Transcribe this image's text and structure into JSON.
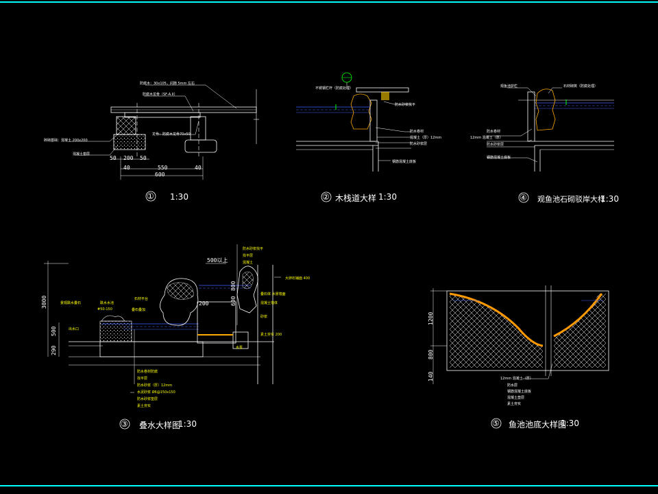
{
  "frame": {
    "border_color": "#00ffff",
    "background": "#000000"
  },
  "colors": {
    "line": "#ffffff",
    "annotation": "#ffff00",
    "water": "#4060ff",
    "soil": "#ff9900",
    "hatch": "#ffffff"
  },
  "details": [
    {
      "number": "①",
      "title": "",
      "scale": "1:30"
    },
    {
      "number": "②",
      "title": "木栈道大样",
      "scale": "1:30"
    },
    {
      "number": "④",
      "title": "观鱼池石砌驳岸大样",
      "scale": "1:30"
    },
    {
      "number": "③",
      "title": "叠水大样图",
      "scale": "1:30"
    },
    {
      "number": "⑤",
      "title": "鱼池池底大样图",
      "scale": "1:30"
    }
  ],
  "detail1": {
    "notes": [
      "防腐木：30x105，间隙 5mm 左右",
      "防腐木龙骨（SF-A.II）",
      "龙骨：防腐木龙骨70x50",
      "砖砌基础：混凝土 200x200",
      "混凝土垫层"
    ],
    "dims": [
      "50",
      "200",
      "50",
      "40",
      "550",
      "40",
      "600"
    ]
  },
  "detail2": {
    "notes": [
      "不锈钢栏杆（防腐处理）",
      "防水砂浆找平",
      "防水卷材",
      "混凝土（厚）12mm",
      "防水砂浆层",
      "钢筋混凝土底板"
    ]
  },
  "detail4": {
    "notes": [
      "观鱼池护栏",
      "石材砌筑（防腐处理）",
      "防水卷材",
      "12mm 混凝土（厚）",
      "防水砂浆层",
      "钢筋混凝土底板"
    ]
  },
  "detail3": {
    "notes_left": [
      "景观跌水叠石",
      "#50-150",
      "跌水水池",
      "出水口",
      "叠石叠加",
      "石材平台"
    ],
    "notes_right": [
      "防水砂浆找平",
      "找平层",
      "混凝土",
      "大卵石铺面 400",
      "叠石体 水景墙面",
      "混凝土墙体",
      "砂浆",
      "素土夯实 200",
      "水泵"
    ],
    "notes_bottom": [
      "防水卷材防腐",
      "找平层",
      "防水砂浆（厚）12mm",
      "水泥砂浆 Ø6@150x150",
      "防水砂浆垫层",
      "素土夯实"
    ],
    "dims": [
      "500以上",
      "800",
      "600",
      "200",
      "500",
      "290",
      "3000"
    ]
  },
  "detail5": {
    "dims": [
      "1200",
      "800",
      "140"
    ],
    "notes": [
      "12mm 混凝土（厚）",
      "防水层",
      "钢筋混凝土底板",
      "混凝土垫层",
      "素土夯实"
    ]
  }
}
